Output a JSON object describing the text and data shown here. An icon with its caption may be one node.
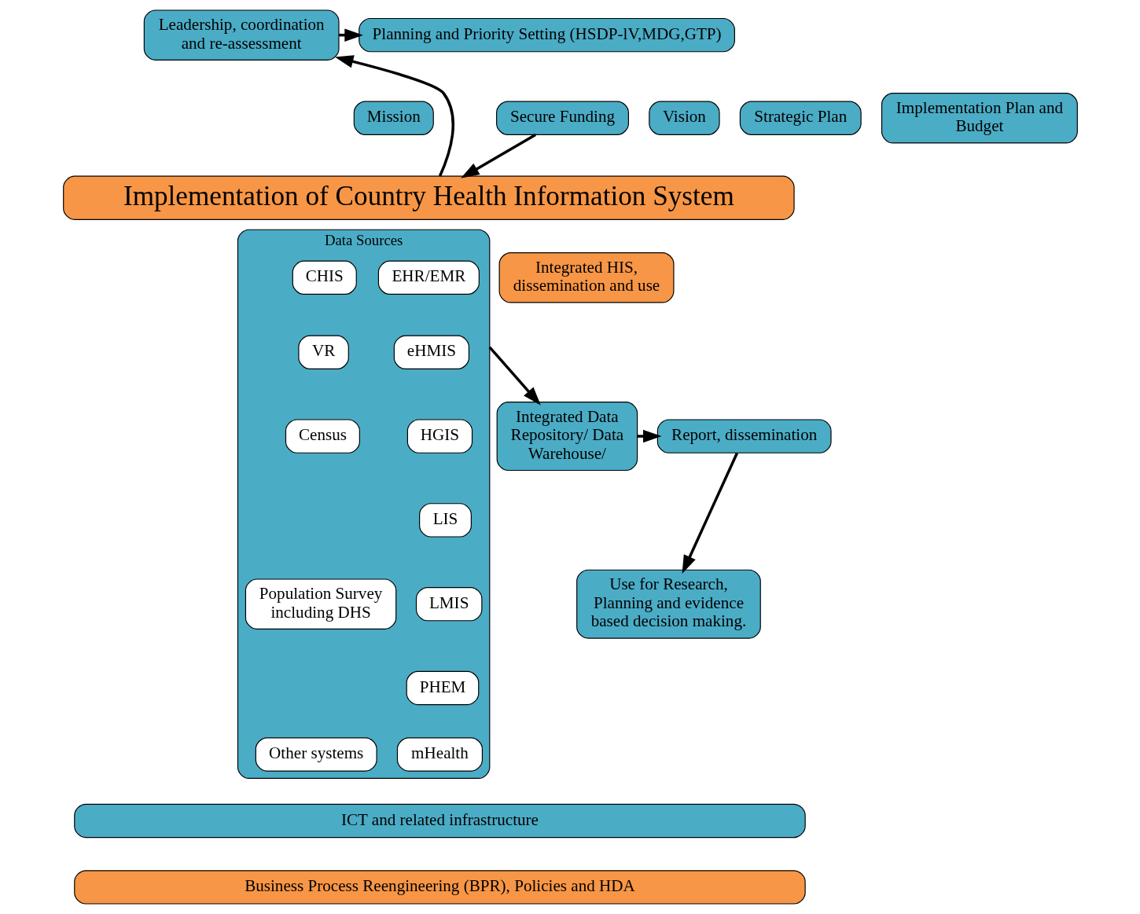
{
  "diagram": {
    "nodes": [
      {
        "text": [
          "Leadership, coordination and re-assessment"
        ]
      },
      {
        "text": [
          "Planning and Priority Setting (HSDP-lV,MDG,GTP)"
        ]
      },
      {
        "text": [
          "Mission"
        ]
      },
      {
        "text": [
          "Vision"
        ]
      },
      {
        "text": [
          "Strategic Plan"
        ]
      },
      {
        "text": [
          "Implementation Plan and Budget"
        ]
      },
      {
        "text": [
          "Secure Funding"
        ]
      },
      {
        "text": [
          "Implementation of Country Health Information System"
        ]
      },
      {
        "text": [
          "Data Sources"
        ]
      },
      {
        "text": [
          "EHR/EMR"
        ],
        "in": 8
      },
      {
        "text": [
          "eHMIS"
        ],
        "in": 8
      },
      {
        "text": [
          "HGIS"
        ],
        "in": 8
      },
      {
        "text": [
          "LIS"
        ],
        "in": 8
      },
      {
        "text": [
          "LMIS"
        ],
        "in": 8
      },
      {
        "text": [
          "PHEM"
        ],
        "in": 8
      },
      {
        "text": [
          "mHealth"
        ],
        "in": 8
      },
      {
        "text": [
          "CHIS"
        ],
        "in": 8
      },
      {
        "text": [
          "VR"
        ],
        "in": 8
      },
      {
        "text": [
          "Census"
        ],
        "in": 8
      },
      {
        "text": [
          "Population Survey including DHS"
        ],
        "in": 8
      },
      {
        "text": [
          "Other systems"
        ],
        "in": 8
      },
      {
        "text": [
          "Integrated HIS, dissemination and use"
        ]
      },
      {
        "text": [
          "Integrated Data Repository/ Data Warehouse/"
        ]
      },
      {
        "text": [
          "Report, dissemination"
        ]
      },
      {
        "text": [
          "Use for Research, Planning and evidence based decision making."
        ]
      },
      {
        "text": [
          "ICT and related infrastructure"
        ]
      },
      {
        "text": [
          "Business Process Reengineering (BPR), Policies and HDA"
        ]
      }
    ],
    "edges": [
      {
        "from": 7,
        "to": 0,
        "arrow": "to"
      },
      {
        "from": 0,
        "to": 1,
        "arrow": "to"
      },
      {
        "from": 6,
        "to": 7,
        "arrow": "to"
      },
      {
        "from": 8,
        "to": 22,
        "arrow": "to"
      },
      {
        "from": 22,
        "to": 23,
        "arrow": "to"
      },
      {
        "from": 23,
        "to": 24,
        "arrow": "to"
      }
    ]
  }
}
